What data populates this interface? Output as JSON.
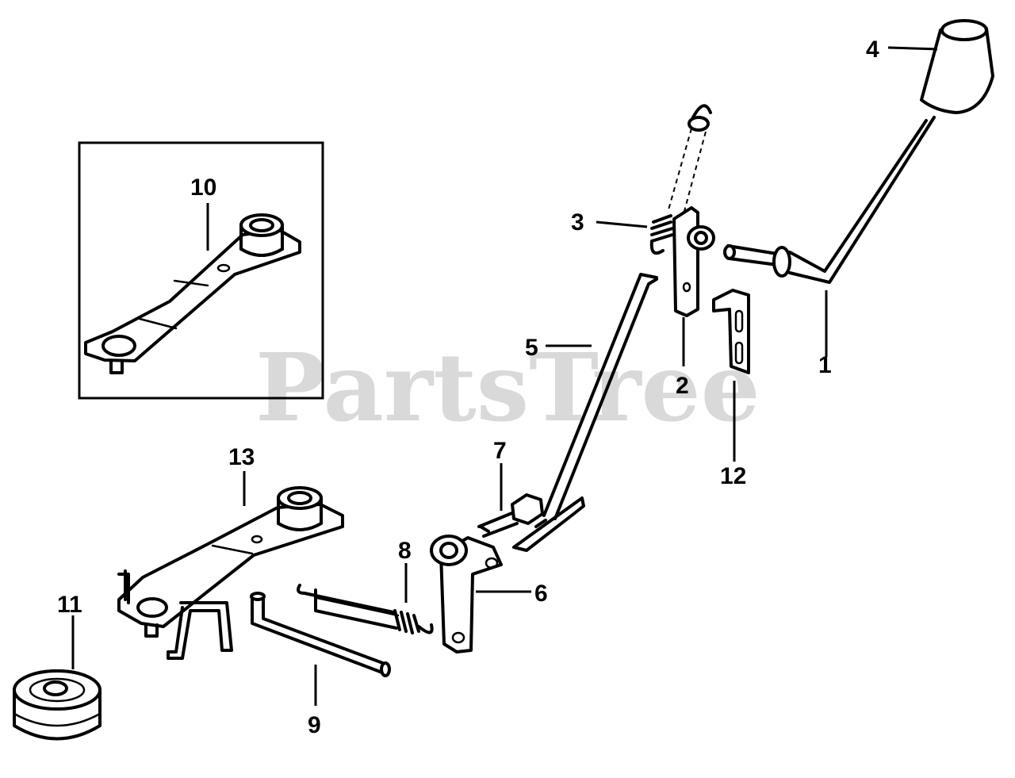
{
  "diagram": {
    "watermark": "PartsTree",
    "callouts": {
      "c1": "1",
      "c2": "2",
      "c3": "3",
      "c4": "4",
      "c5": "5",
      "c6": "6",
      "c7": "7",
      "c8": "8",
      "c9": "9",
      "c10": "10",
      "c11": "11",
      "c12": "12",
      "c13": "13"
    }
  }
}
